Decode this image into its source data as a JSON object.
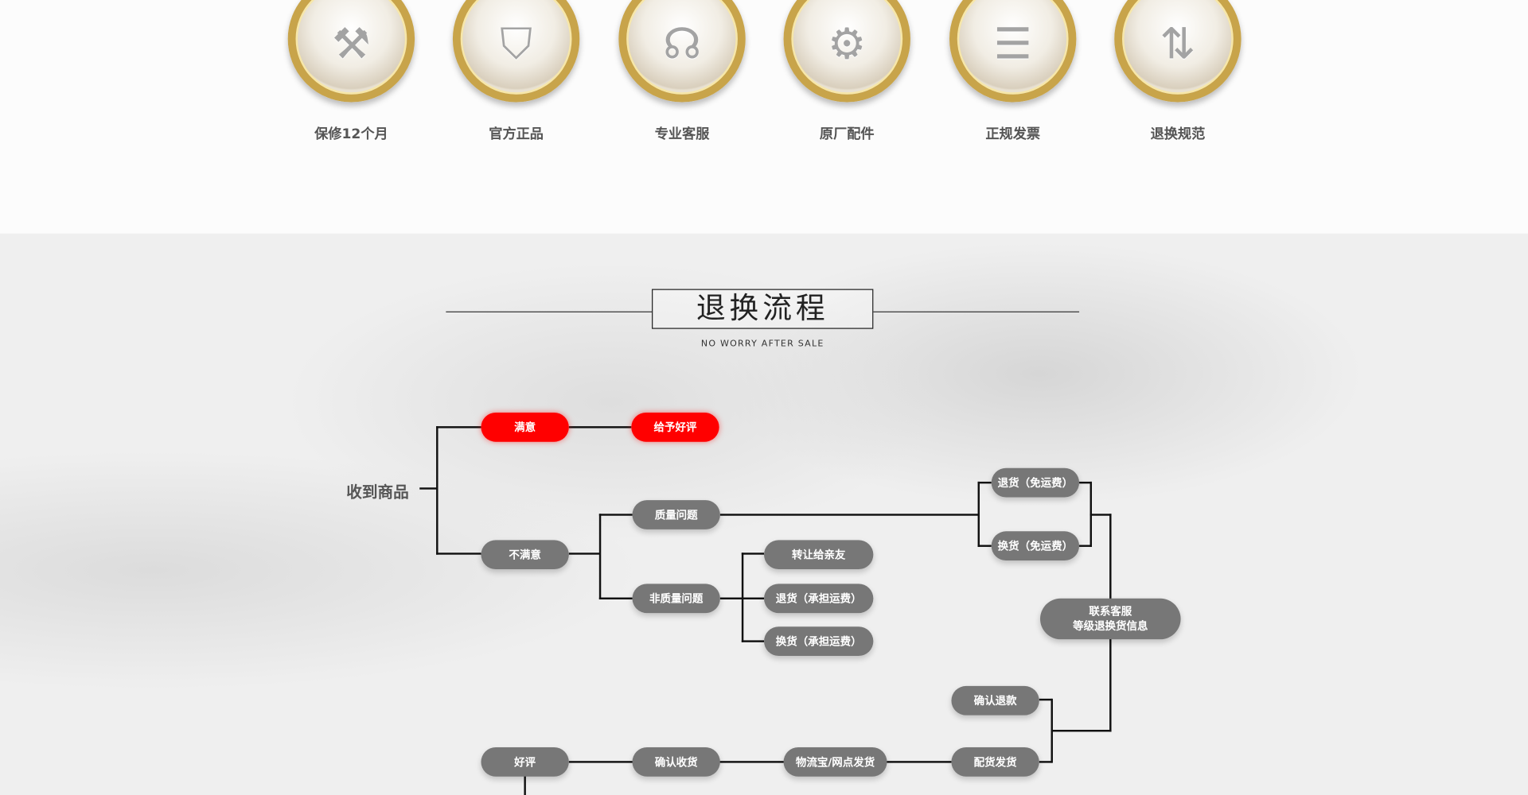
{
  "badges": [
    {
      "label": "保修12个月",
      "icon": "tools-icon",
      "glyph": "⚒"
    },
    {
      "label": "官方正品",
      "icon": "shield-icon",
      "glyph": "⛉"
    },
    {
      "label": "专业客服",
      "icon": "headset-icon",
      "glyph": "☊"
    },
    {
      "label": "原厂配件",
      "icon": "gears-icon",
      "glyph": "⚙"
    },
    {
      "label": "正规发票",
      "icon": "invoice-icon",
      "glyph": "☰"
    },
    {
      "label": "退换规范",
      "icon": "exchange-icon",
      "glyph": "⇅"
    }
  ],
  "process": {
    "title": "退换流程",
    "subtitle": "NO WORRY AFTER SALE"
  },
  "flow": {
    "start": "收到商品",
    "satisfied": "满意",
    "give_review": "给予好评",
    "unsatisfied": "不满意",
    "quality_issue": "质量问题",
    "non_quality_issue": "非质量问题",
    "transfer": "转让给亲友",
    "return_paid": "退货（承担运费）",
    "exchange_paid": "换货（承担运费）",
    "return_free": "退货（免运费）",
    "exchange_free": "换货（免运费）",
    "contact_1": "联系客服",
    "contact_2": "等级退换货信息",
    "confirm_refund": "确认退款",
    "ship": "配货发货",
    "logistics": "物流宝/网点发货",
    "confirm_receipt": "确认收货",
    "good_review": "好评"
  },
  "colors": {
    "accent": "#ff0000",
    "node": "#777777"
  }
}
